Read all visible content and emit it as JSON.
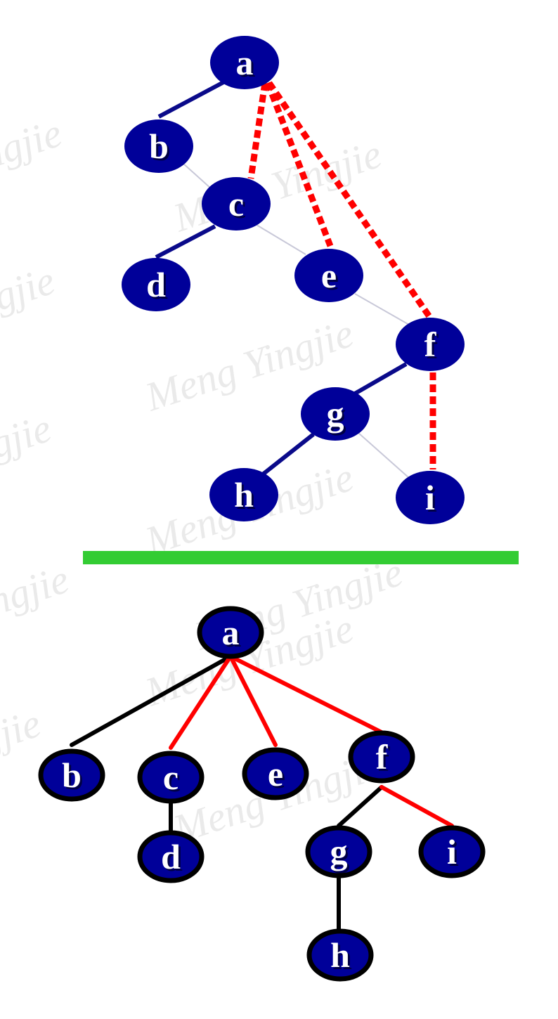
{
  "watermark_text": "Meng Yingjie",
  "colors": {
    "node_fill": "#000099",
    "node_text": "#ffffff",
    "tree_edge_top": "#0a0a8a",
    "back_edge": "#ff0000",
    "thin_edge": "#c8c8d8",
    "divider": "#33cc33",
    "tree_edge_bottom": "#000000",
    "red_edge_bottom": "#ff0000",
    "node_outline_bottom": "#000000"
  },
  "top_graph": {
    "nodes": [
      {
        "id": "a",
        "label": "a"
      },
      {
        "id": "b",
        "label": "b"
      },
      {
        "id": "c",
        "label": "c"
      },
      {
        "id": "d",
        "label": "d"
      },
      {
        "id": "e",
        "label": "e"
      },
      {
        "id": "f",
        "label": "f"
      },
      {
        "id": "g",
        "label": "g"
      },
      {
        "id": "h",
        "label": "h"
      },
      {
        "id": "i",
        "label": "i"
      }
    ],
    "edges": [
      {
        "from": "a",
        "to": "b",
        "kind": "tree"
      },
      {
        "from": "c",
        "to": "d",
        "kind": "tree"
      },
      {
        "from": "f",
        "to": "g",
        "kind": "tree"
      },
      {
        "from": "g",
        "to": "h",
        "kind": "tree"
      },
      {
        "from": "b",
        "to": "c",
        "kind": "thin"
      },
      {
        "from": "c",
        "to": "e",
        "kind": "thin"
      },
      {
        "from": "e",
        "to": "f",
        "kind": "thin"
      },
      {
        "from": "g",
        "to": "i",
        "kind": "thin"
      },
      {
        "from": "a",
        "to": "c",
        "kind": "dashed"
      },
      {
        "from": "a",
        "to": "e",
        "kind": "dashed"
      },
      {
        "from": "a",
        "to": "f",
        "kind": "dashed"
      },
      {
        "from": "f",
        "to": "i",
        "kind": "dashed"
      }
    ]
  },
  "bottom_tree": {
    "nodes": [
      {
        "id": "a",
        "label": "a"
      },
      {
        "id": "b",
        "label": "b"
      },
      {
        "id": "c",
        "label": "c"
      },
      {
        "id": "d",
        "label": "d"
      },
      {
        "id": "e",
        "label": "e"
      },
      {
        "id": "f",
        "label": "f"
      },
      {
        "id": "g",
        "label": "g"
      },
      {
        "id": "h",
        "label": "h"
      },
      {
        "id": "i",
        "label": "i"
      }
    ],
    "edges": [
      {
        "from": "a",
        "to": "b",
        "color": "black"
      },
      {
        "from": "a",
        "to": "c",
        "color": "red"
      },
      {
        "from": "a",
        "to": "e",
        "color": "red"
      },
      {
        "from": "a",
        "to": "f",
        "color": "red"
      },
      {
        "from": "c",
        "to": "d",
        "color": "black"
      },
      {
        "from": "f",
        "to": "g",
        "color": "black"
      },
      {
        "from": "f",
        "to": "i",
        "color": "red"
      },
      {
        "from": "g",
        "to": "h",
        "color": "black"
      }
    ]
  }
}
